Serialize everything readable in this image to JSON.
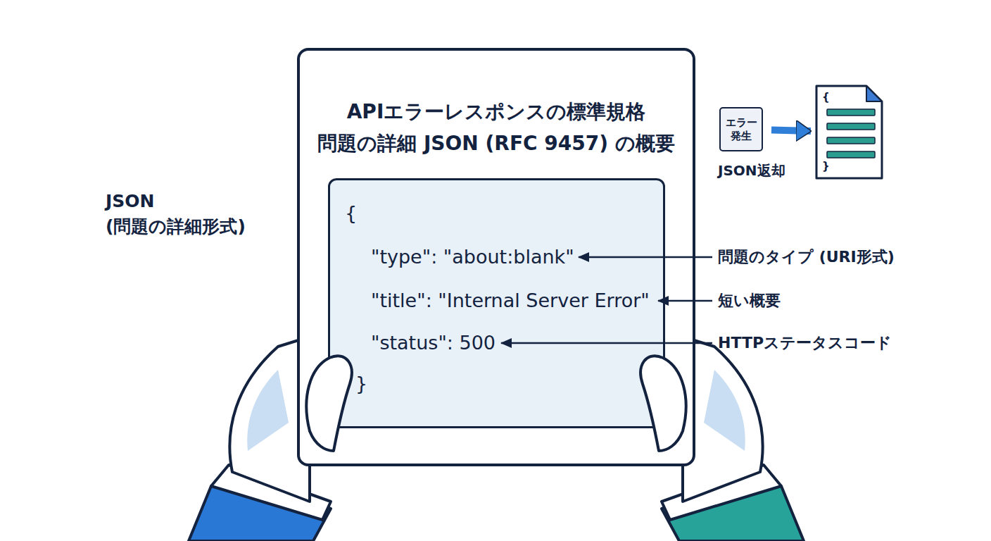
{
  "diagram": {
    "title": "APIエラーレスポンスの標準規格 問題の詳細 JSON (RFC 9457) の概要",
    "nodes": [
      {
        "text": [
          "{",
          "\"type\": \"about:blank\"",
          "\"title\": \"Internal Server Error\"",
          "\"status\": 500",
          "}"
        ]
      },
      {
        "text": [
          "エラー 発生"
        ]
      },
      {
        "text": [
          "{",
          "}"
        ]
      }
    ],
    "edges": [
      {
        "from": 1,
        "to": 2,
        "arrow": "to"
      }
    ],
    "labels": [
      "JSON (問題の詳細形式)",
      "問題のタイプ (URI形式)",
      "短い概要",
      "HTTPステータスコード",
      "JSON返却"
    ]
  }
}
